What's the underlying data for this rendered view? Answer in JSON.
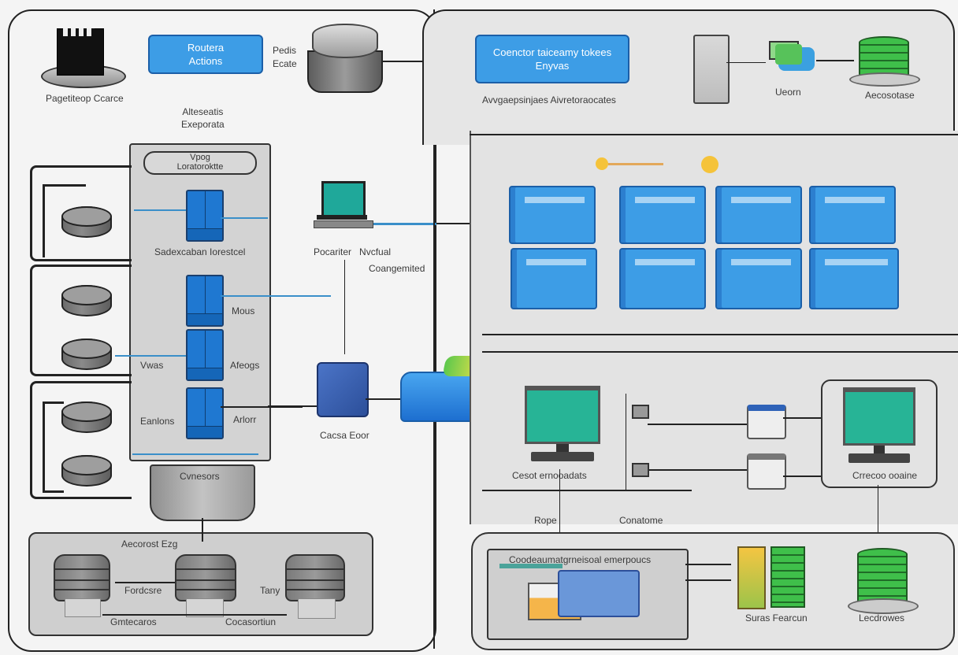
{
  "diagram": {
    "title": "Network Architecture Diagram",
    "left_panel": {
      "top_icon_label": "Pagetiteop Ccarce",
      "top_button": [
        "Routera",
        "Actions"
      ],
      "side_label": [
        "Pedis",
        "Ecate"
      ],
      "cloud_note": [
        "Alteseatis",
        "Exeporata"
      ],
      "rack": {
        "header": [
          "Vpog",
          "Loratoroktte"
        ],
        "modules": [
          {
            "label": "Sadexcaban Iorestcel"
          },
          {
            "label": "Mous"
          },
          {
            "label_left": "Vwas",
            "label_right": "Afeogs"
          },
          {
            "label_left": "Eanlons",
            "label_right": "Arlorr"
          }
        ],
        "base_label": "Cvnesors"
      },
      "storage_group": {
        "title": "Aecorost Ezg",
        "labels": [
          "Fordcsre",
          "Tany",
          "Gmtecaros",
          "Cocasortiun"
        ]
      }
    },
    "center": {
      "laptop_label": [
        "Pocariter",
        "Nvcfual"
      ],
      "note": "Coangemited",
      "router_label": "Cacsa Eoor"
    },
    "right_panel": {
      "header_button": [
        "Coenctor taiceamy tokees",
        "Enyvas"
      ],
      "header_caption": "Avvgaepsinjaes Aivretoraocates",
      "user_label": "Ueorn",
      "db_label": "Aecosotase",
      "grid_boxes": 8,
      "computer_left_label": "Cesot ernooadats",
      "computer_right_label": "Crrecoo ooaine",
      "mid_labels": [
        "Rope",
        "Conatome"
      ],
      "bottom_panel": {
        "title": "Coodeaumatgrneisoal emerpoucs",
        "stack_label": "Suras Fearcun",
        "db_label": "Lecdrowes"
      }
    },
    "colors": {
      "accent_blue": "#3d9de6",
      "module_blue": "#1f78d1",
      "screen_teal": "#27b496",
      "db_green": "#3fbf4a",
      "panel_gray": "#dcdcdc"
    }
  }
}
